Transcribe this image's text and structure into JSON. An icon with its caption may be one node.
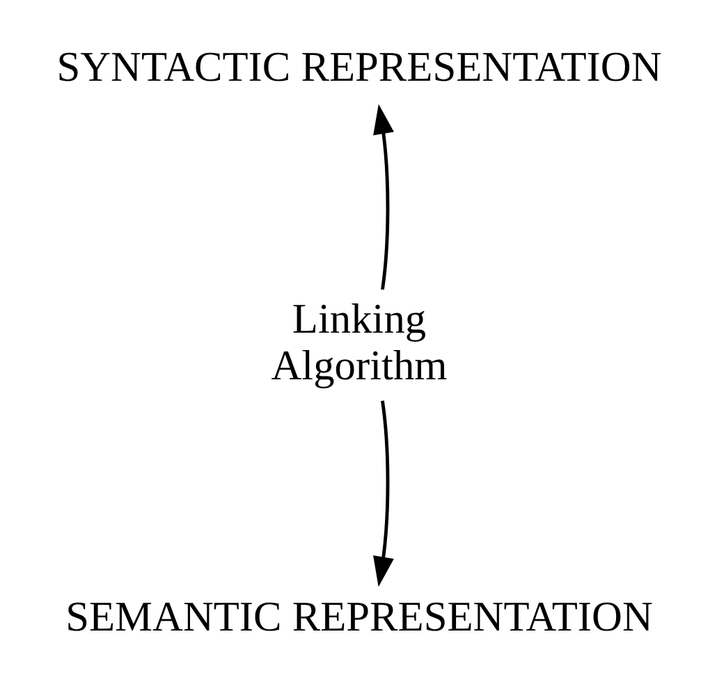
{
  "diagram": {
    "nodes": [
      {
        "text": [
          "SYNTACTIC REPRESENTATION"
        ]
      },
      {
        "text": [
          "Linking Algorithm"
        ]
      },
      {
        "text": [
          "SEMANTIC REPRESENTATION"
        ]
      }
    ],
    "edges": [
      {
        "from": 1,
        "to": 0,
        "arrow": "to"
      },
      {
        "from": 1,
        "to": 2,
        "arrow": "to"
      }
    ]
  }
}
